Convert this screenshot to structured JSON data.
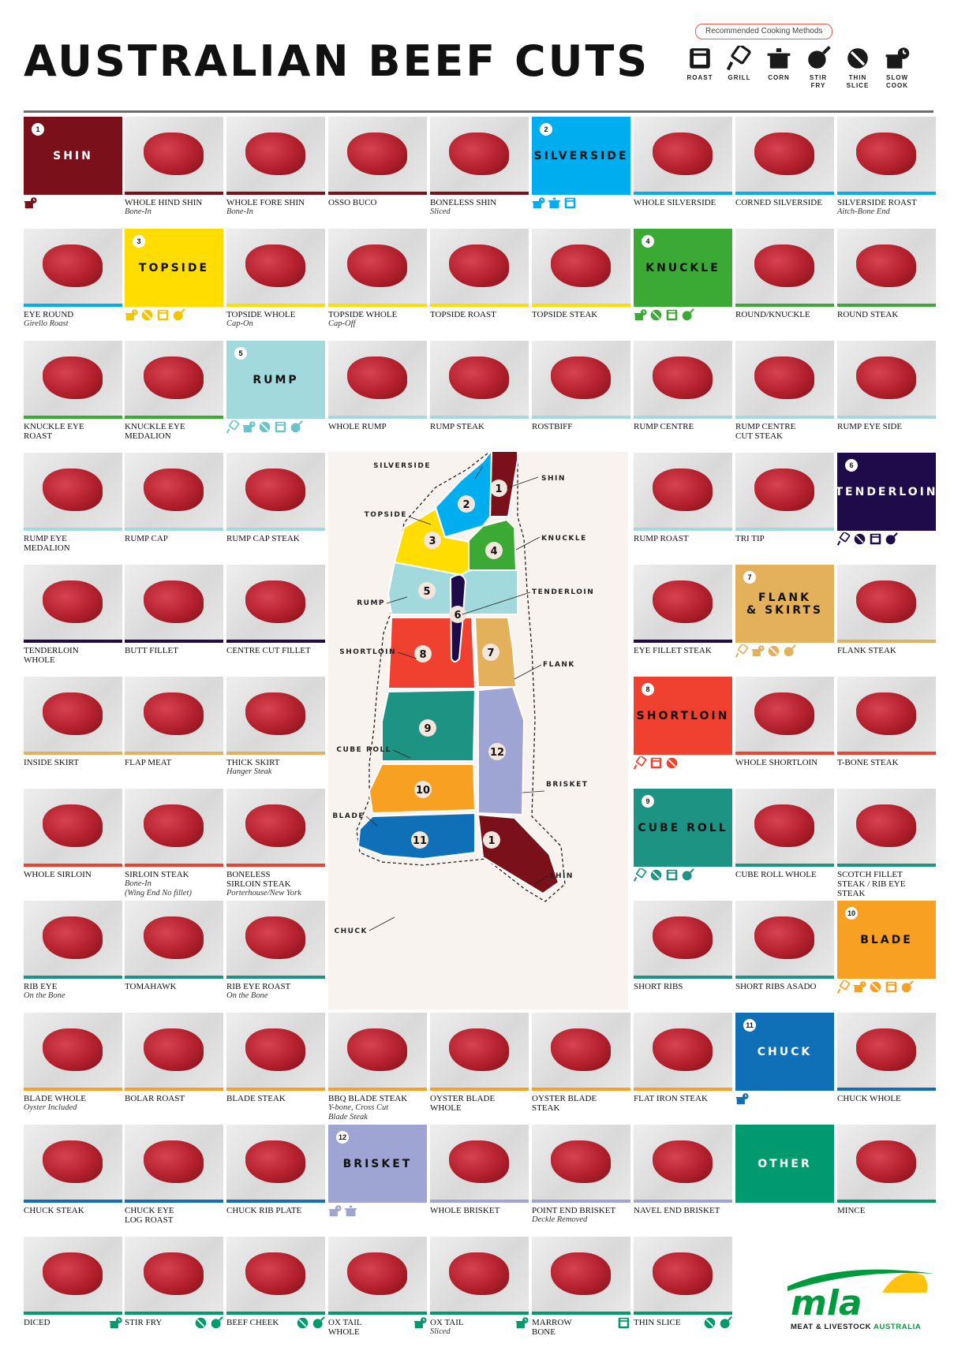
{
  "title": "AUSTRALIAN BEEF CUTS",
  "legend": {
    "title": "Recommended Cooking Methods",
    "items": [
      {
        "key": "roast",
        "label": "ROAST",
        "icon": "roast-icon"
      },
      {
        "key": "grill",
        "label": "GRILL",
        "icon": "grill-icon"
      },
      {
        "key": "corn",
        "label": "CORN",
        "icon": "corn-icon"
      },
      {
        "key": "stirfry",
        "label": "STIR\nFRY",
        "icon": "stir-fry-icon"
      },
      {
        "key": "thinslice",
        "label": "THIN\nSLICE",
        "icon": "thin-slice-icon"
      },
      {
        "key": "slowcook",
        "label": "SLOW\nCOOK",
        "icon": "slow-cook-icon"
      }
    ]
  },
  "sections": [
    {
      "id": "shin",
      "num": "1",
      "name": "SHIN",
      "bg": "#7a1019",
      "fg": "#ffffff",
      "icon_color": "#7a1019",
      "methods": [
        "slowcook"
      ],
      "col": 0,
      "row": 0
    },
    {
      "id": "silverside",
      "num": "2",
      "name": "SILVERSIDE",
      "bg": "#00aeef",
      "fg": "#111111",
      "icon_color": "#00aeef",
      "methods": [
        "slowcook",
        "corn",
        "roast"
      ],
      "col": 5,
      "row": 0
    },
    {
      "id": "topside",
      "num": "3",
      "name": "TOPSIDE",
      "bg": "#ffdd00",
      "fg": "#111111",
      "icon_color": "#f5c400",
      "methods": [
        "slowcook",
        "thinslice",
        "roast",
        "stirfry"
      ],
      "col": 1,
      "row": 1
    },
    {
      "id": "knuckle",
      "num": "4",
      "name": "KNUCKLE",
      "bg": "#3aaa35",
      "fg": "#111111",
      "icon_color": "#3aaa35",
      "methods": [
        "slowcook",
        "thinslice",
        "roast",
        "stirfry"
      ],
      "col": 6,
      "row": 1
    },
    {
      "id": "rump",
      "num": "5",
      "name": "RUMP",
      "bg": "#a2d9dd",
      "fg": "#111111",
      "icon_color": "#6cc3cb",
      "methods": [
        "grill",
        "slowcook",
        "thinslice",
        "roast",
        "stirfry"
      ],
      "col": 2,
      "row": 2
    },
    {
      "id": "tenderloin",
      "num": "6",
      "name": "TENDERLOIN",
      "bg": "#1d0b4a",
      "fg": "#ffffff",
      "icon_color": "#1d0b4a",
      "methods": [
        "grill",
        "thinslice",
        "roast",
        "stirfry"
      ],
      "col": 8,
      "row": 3
    },
    {
      "id": "flank",
      "num": "7",
      "name": "FLANK\n& SKIRTS",
      "bg": "#e3b15b",
      "fg": "#111111",
      "icon_color": "#e3b15b",
      "methods": [
        "grill",
        "slowcook",
        "thinslice",
        "stirfry"
      ],
      "col": 7,
      "row": 4
    },
    {
      "id": "shortloin",
      "num": "8",
      "name": "SHORTLOIN",
      "bg": "#ef4030",
      "fg": "#111111",
      "icon_color": "#ef4030",
      "methods": [
        "grill",
        "roast",
        "thinslice"
      ],
      "col": 6,
      "row": 5
    },
    {
      "id": "cuberoll",
      "num": "9",
      "name": "CUBE ROLL",
      "bg": "#1d9384",
      "fg": "#111111",
      "icon_color": "#1d9384",
      "methods": [
        "grill",
        "thinslice",
        "roast",
        "stirfry"
      ],
      "col": 6,
      "row": 6
    },
    {
      "id": "blade",
      "num": "10",
      "name": "BLADE",
      "bg": "#f7a021",
      "fg": "#111111",
      "icon_color": "#f7a021",
      "methods": [
        "grill",
        "slowcook",
        "thinslice",
        "roast",
        "stirfry"
      ],
      "col": 8,
      "row": 7
    },
    {
      "id": "chuck",
      "num": "11",
      "name": "CHUCK",
      "bg": "#0f70b7",
      "fg": "#ffffff",
      "icon_color": "#0f70b7",
      "methods": [
        "slowcook"
      ],
      "col": 7,
      "row": 8
    },
    {
      "id": "brisket",
      "num": "12",
      "name": "BRISKET",
      "bg": "#9ea5d2",
      "fg": "#111111",
      "icon_color": "#9ea5d2",
      "methods": [
        "slowcook",
        "corn"
      ],
      "col": 3,
      "row": 9
    },
    {
      "id": "other",
      "num": "",
      "name": "OTHER",
      "bg": "#009a6e",
      "fg": "#ffffff",
      "icon_color": "#009a6e",
      "methods": [],
      "col": 7,
      "row": 9
    }
  ],
  "cuts": [
    {
      "name": "WHOLE HIND SHIN",
      "sub": "Bone-In",
      "col": 1,
      "row": 0,
      "bar": "#7a1019"
    },
    {
      "name": "WHOLE FORE SHIN",
      "sub": "Bone-In",
      "col": 2,
      "row": 0,
      "bar": "#7a1019"
    },
    {
      "name": "OSSO BUCO",
      "sub": "",
      "col": 3,
      "row": 0,
      "bar": "#7a1019"
    },
    {
      "name": "BONELESS SHIN",
      "sub": "Sliced",
      "col": 4,
      "row": 0,
      "bar": "#7a1019"
    },
    {
      "name": "WHOLE SILVERSIDE",
      "sub": "",
      "col": 6,
      "row": 0,
      "bar": "#00aeef"
    },
    {
      "name": "CORNED SILVERSIDE",
      "sub": "",
      "col": 7,
      "row": 0,
      "bar": "#00aeef"
    },
    {
      "name": "SILVERSIDE ROAST",
      "sub": "Aitch-Bone End",
      "col": 8,
      "row": 0,
      "bar": "#00aeef"
    },
    {
      "name": "EYE ROUND",
      "sub": "Girello Roast",
      "col": 0,
      "row": 1,
      "bar": "#00aeef"
    },
    {
      "name": "TOPSIDE WHOLE",
      "sub": "Cap-On",
      "col": 2,
      "row": 1,
      "bar": "#ffdd00"
    },
    {
      "name": "TOPSIDE WHOLE",
      "sub": "Cap-Off",
      "col": 3,
      "row": 1,
      "bar": "#ffdd00"
    },
    {
      "name": "TOPSIDE ROAST",
      "sub": "",
      "col": 4,
      "row": 1,
      "bar": "#ffdd00"
    },
    {
      "name": "TOPSIDE STEAK",
      "sub": "",
      "col": 5,
      "row": 1,
      "bar": "#ffdd00"
    },
    {
      "name": "ROUND/KNUCKLE",
      "sub": "",
      "col": 7,
      "row": 1,
      "bar": "#3aaa35"
    },
    {
      "name": "ROUND STEAK",
      "sub": "",
      "col": 8,
      "row": 1,
      "bar": "#3aaa35"
    },
    {
      "name": "KNUCKLE EYE\nROAST",
      "sub": "",
      "col": 0,
      "row": 2,
      "bar": "#3aaa35"
    },
    {
      "name": "KNUCKLE EYE\nMEDALION",
      "sub": "",
      "col": 1,
      "row": 2,
      "bar": "#3aaa35"
    },
    {
      "name": "WHOLE RUMP",
      "sub": "",
      "col": 3,
      "row": 2,
      "bar": "#a2d9dd"
    },
    {
      "name": "RUMP STEAK",
      "sub": "",
      "col": 4,
      "row": 2,
      "bar": "#a2d9dd"
    },
    {
      "name": "ROSTBIFF",
      "sub": "",
      "col": 5,
      "row": 2,
      "bar": "#a2d9dd"
    },
    {
      "name": "RUMP CENTRE",
      "sub": "",
      "col": 6,
      "row": 2,
      "bar": "#a2d9dd"
    },
    {
      "name": "RUMP CENTRE\nCUT STEAK",
      "sub": "",
      "col": 7,
      "row": 2,
      "bar": "#a2d9dd"
    },
    {
      "name": "RUMP EYE SIDE",
      "sub": "",
      "col": 8,
      "row": 2,
      "bar": "#a2d9dd"
    },
    {
      "name": "RUMP EYE\nMEDALION",
      "sub": "",
      "col": 0,
      "row": 3,
      "bar": "#a2d9dd"
    },
    {
      "name": "RUMP CAP",
      "sub": "",
      "col": 1,
      "row": 3,
      "bar": "#a2d9dd"
    },
    {
      "name": "RUMP CAP STEAK",
      "sub": "",
      "col": 2,
      "row": 3,
      "bar": "#a2d9dd"
    },
    {
      "name": "RUMP ROAST",
      "sub": "",
      "col": 6,
      "row": 3,
      "bar": "#a2d9dd"
    },
    {
      "name": "TRI TIP",
      "sub": "",
      "col": 7,
      "row": 3,
      "bar": "#a2d9dd"
    },
    {
      "name": "TENDERLOIN\nWHOLE",
      "sub": "",
      "col": 0,
      "row": 4,
      "bar": "#1d0b4a"
    },
    {
      "name": "BUTT FILLET",
      "sub": "",
      "col": 1,
      "row": 4,
      "bar": "#1d0b4a"
    },
    {
      "name": "CENTRE CUT FILLET",
      "sub": "",
      "col": 2,
      "row": 4,
      "bar": "#1d0b4a"
    },
    {
      "name": "EYE FILLET STEAK",
      "sub": "",
      "col": 6,
      "row": 4,
      "bar": "#1d0b4a"
    },
    {
      "name": "FLANK STEAK",
      "sub": "",
      "col": 8,
      "row": 4,
      "bar": "#e3b15b"
    },
    {
      "name": "INSIDE SKIRT",
      "sub": "",
      "col": 0,
      "row": 5,
      "bar": "#e3b15b"
    },
    {
      "name": "FLAP MEAT",
      "sub": "",
      "col": 1,
      "row": 5,
      "bar": "#e3b15b"
    },
    {
      "name": "THICK SKIRT",
      "sub": "Hanger Steak",
      "col": 2,
      "row": 5,
      "bar": "#e3b15b"
    },
    {
      "name": "WHOLE SHORTLOIN",
      "sub": "",
      "col": 7,
      "row": 5,
      "bar": "#ef4030"
    },
    {
      "name": "T-BONE STEAK",
      "sub": "",
      "col": 8,
      "row": 5,
      "bar": "#ef4030"
    },
    {
      "name": "WHOLE SIRLOIN",
      "sub": "",
      "col": 0,
      "row": 6,
      "bar": "#ef4030"
    },
    {
      "name": "SIRLOIN STEAK",
      "sub": "Bone-In\n(Wing End No fillet)",
      "col": 1,
      "row": 6,
      "bar": "#ef4030"
    },
    {
      "name": "BONELESS\nSIRLOIN STEAK",
      "sub": "Porterhouse/New York",
      "col": 2,
      "row": 6,
      "bar": "#ef4030"
    },
    {
      "name": "CUBE ROLL WHOLE",
      "sub": "",
      "col": 7,
      "row": 6,
      "bar": "#1d9384"
    },
    {
      "name": "SCOTCH FILLET\nSTEAK / RIB EYE\nSTEAK",
      "sub": "",
      "col": 8,
      "row": 6,
      "bar": "#1d9384"
    },
    {
      "name": "RIB EYE",
      "sub": "On the Bone",
      "col": 0,
      "row": 7,
      "bar": "#1d9384"
    },
    {
      "name": "TOMAHAWK",
      "sub": "",
      "col": 1,
      "row": 7,
      "bar": "#1d9384"
    },
    {
      "name": "RIB EYE ROAST",
      "sub": "On the Bone",
      "col": 2,
      "row": 7,
      "bar": "#1d9384"
    },
    {
      "name": "SHORT RIBS",
      "sub": "",
      "col": 6,
      "row": 7,
      "bar": "#1d9384"
    },
    {
      "name": "SHORT RIBS ASADO",
      "sub": "",
      "col": 7,
      "row": 7,
      "bar": "#1d9384"
    },
    {
      "name": "BLADE WHOLE",
      "sub": "Oyster Included",
      "col": 0,
      "row": 8,
      "bar": "#f7a021"
    },
    {
      "name": "BOLAR ROAST",
      "sub": "",
      "col": 1,
      "row": 8,
      "bar": "#f7a021"
    },
    {
      "name": "BLADE STEAK",
      "sub": "",
      "col": 2,
      "row": 8,
      "bar": "#f7a021"
    },
    {
      "name": "BBQ BLADE STEAK",
      "sub": "Y-bone, Cross Cut\nBlade Steak",
      "col": 3,
      "row": 8,
      "bar": "#f7a021"
    },
    {
      "name": "OYSTER BLADE\nWHOLE",
      "sub": "",
      "col": 4,
      "row": 8,
      "bar": "#f7a021"
    },
    {
      "name": "OYSTER BLADE\nSTEAK",
      "sub": "",
      "col": 5,
      "row": 8,
      "bar": "#f7a021"
    },
    {
      "name": "FLAT IRON STEAK",
      "sub": "",
      "col": 6,
      "row": 8,
      "bar": "#f7a021"
    },
    {
      "name": "CHUCK WHOLE",
      "sub": "",
      "col": 8,
      "row": 8,
      "bar": "#0f70b7"
    },
    {
      "name": "CHUCK STEAK",
      "sub": "",
      "col": 0,
      "row": 9,
      "bar": "#0f70b7"
    },
    {
      "name": "CHUCK EYE\nLOG ROAST",
      "sub": "",
      "col": 1,
      "row": 9,
      "bar": "#0f70b7"
    },
    {
      "name": "CHUCK RIB PLATE",
      "sub": "",
      "col": 2,
      "row": 9,
      "bar": "#0f70b7"
    },
    {
      "name": "WHOLE BRISKET",
      "sub": "",
      "col": 4,
      "row": 9,
      "bar": "#9ea5d2"
    },
    {
      "name": "POINT END BRISKET",
      "sub": "Deckle Removed",
      "col": 5,
      "row": 9,
      "bar": "#9ea5d2"
    },
    {
      "name": "NAVEL END BRISKET",
      "sub": "",
      "col": 6,
      "row": 9,
      "bar": "#9ea5d2"
    },
    {
      "name": "MINCE",
      "sub": "",
      "col": 8,
      "row": 9,
      "bar": "#009a6e"
    },
    {
      "name": "DICED",
      "sub": "",
      "col": 0,
      "row": 10,
      "bar": "#009a6e",
      "methods": [
        "slowcook"
      ]
    },
    {
      "name": "STIR FRY",
      "sub": "",
      "col": 1,
      "row": 10,
      "bar": "#009a6e",
      "methods": [
        "thinslice",
        "stirfry"
      ]
    },
    {
      "name": "BEEF CHEEK",
      "sub": "",
      "col": 2,
      "row": 10,
      "bar": "#009a6e",
      "methods": [
        "thinslice",
        "stirfry"
      ]
    },
    {
      "name": "OX TAIL WHOLE",
      "sub": "",
      "col": 3,
      "row": 10,
      "bar": "#009a6e",
      "methods": [
        "slowcook"
      ]
    },
    {
      "name": "OX TAIL",
      "sub": "Sliced",
      "col": 4,
      "row": 10,
      "bar": "#009a6e",
      "methods": [
        "slowcook"
      ]
    },
    {
      "name": "MARROW BONE",
      "sub": "",
      "col": 5,
      "row": 10,
      "bar": "#009a6e",
      "methods": [
        "roast"
      ]
    },
    {
      "name": "THIN SLICE",
      "sub": "",
      "col": 6,
      "row": 10,
      "bar": "#009a6e",
      "methods": [
        "thinslice",
        "stirfry"
      ]
    }
  ],
  "diagram": {
    "labels": {
      "silverside": "SILVERSIDE",
      "shin_top": "SHIN",
      "topside": "TOPSIDE",
      "knuckle": "KNUCKLE",
      "rump": "RUMP",
      "tenderloin": "TENDERLOIN",
      "shortloin": "SHORTLOIN",
      "flank": "FLANK",
      "cuberoll": "CUBE ROLL",
      "brisket": "BRISKET",
      "blade": "BLADE",
      "shin_bottom": "SHIN",
      "chuck": "CHUCK"
    },
    "regions": [
      {
        "id": "shin-top",
        "num": "1",
        "color": "#7a1019"
      },
      {
        "id": "silverside",
        "num": "2",
        "color": "#00aeef"
      },
      {
        "id": "topside",
        "num": "3",
        "color": "#ffdd00"
      },
      {
        "id": "knuckle",
        "num": "4",
        "color": "#3aaa35"
      },
      {
        "id": "rump",
        "num": "5",
        "color": "#a2d9dd"
      },
      {
        "id": "tenderloin",
        "num": "6",
        "color": "#1d0b4a"
      },
      {
        "id": "flank",
        "num": "7",
        "color": "#e3b15b"
      },
      {
        "id": "shortloin",
        "num": "8",
        "color": "#ef4030"
      },
      {
        "id": "cuberoll",
        "num": "9",
        "color": "#1d9384"
      },
      {
        "id": "blade",
        "num": "10",
        "color": "#f7a021"
      },
      {
        "id": "chuck",
        "num": "11",
        "color": "#0f70b7"
      },
      {
        "id": "brisket",
        "num": "12",
        "color": "#9ea5d2"
      },
      {
        "id": "shin-bottom",
        "num": "1",
        "color": "#7a1019"
      }
    ]
  },
  "logo": {
    "brand": "mla",
    "tagline_a": "MEAT & LIVESTOCK ",
    "tagline_b": "AUSTRALIA",
    "brand_color": "#009a3e",
    "accent_color": "#ffc20e"
  }
}
